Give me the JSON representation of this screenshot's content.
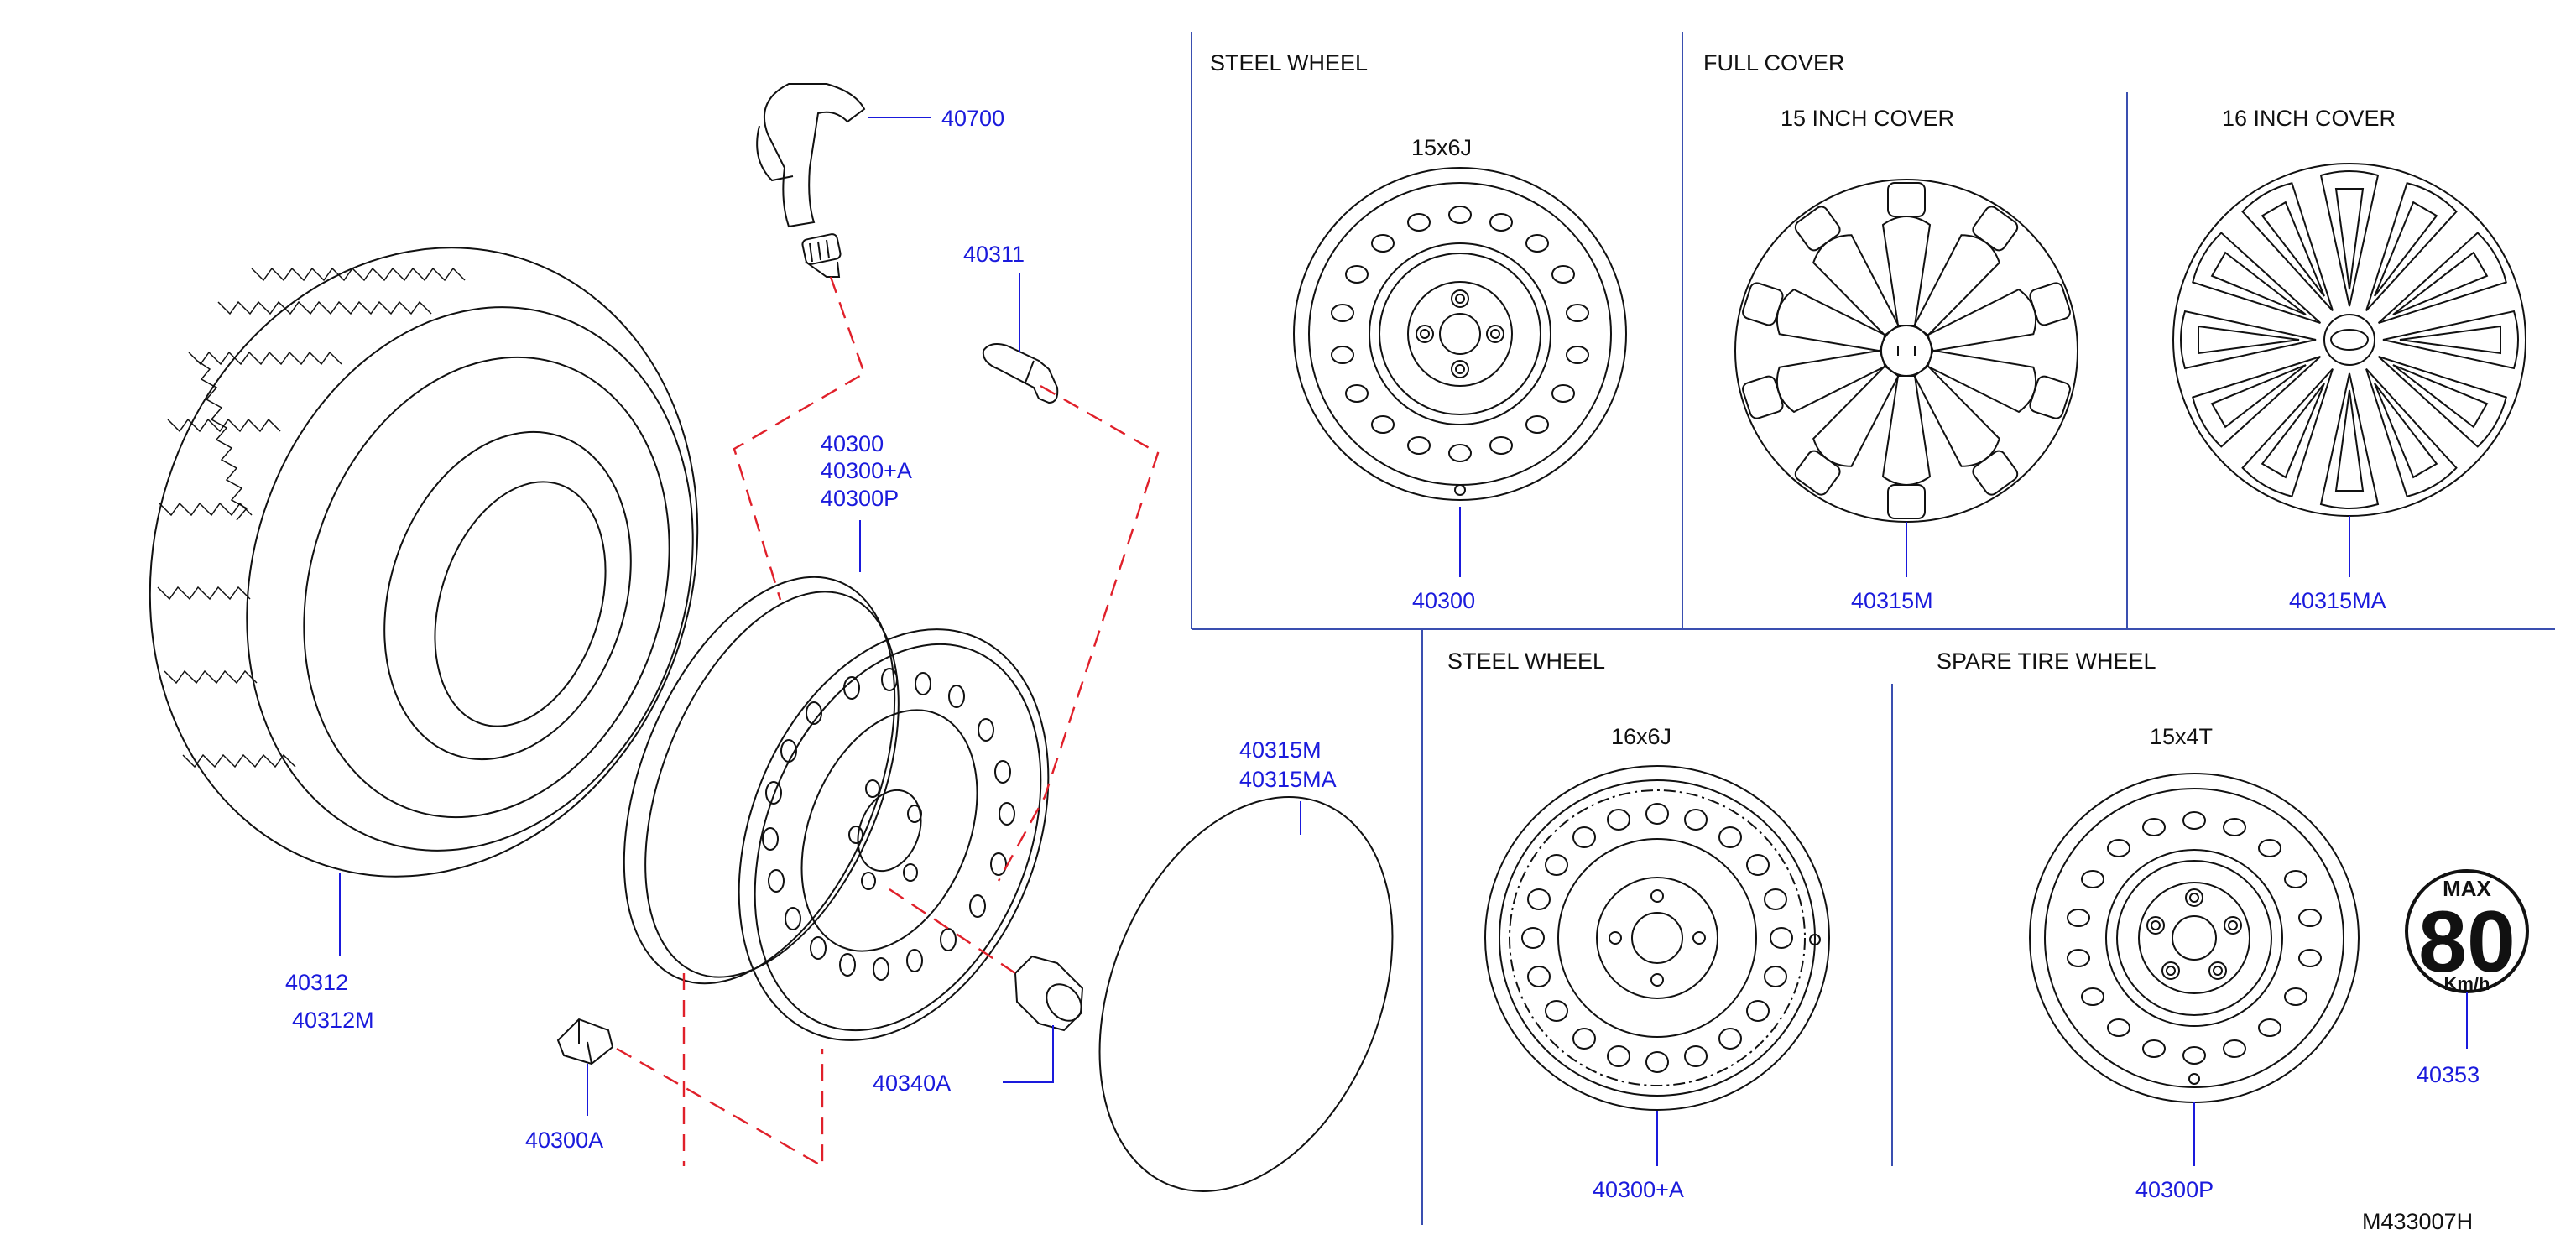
{
  "diagram_code": "M433007H",
  "sections": {
    "steel_wheel_top": {
      "title": "STEEL   WHEEL",
      "size": "15x6J",
      "part": "40300"
    },
    "full_cover": {
      "title": "FULL   COVER"
    },
    "cover_15": {
      "title": "15   INCH   COVER",
      "part": "40315M"
    },
    "cover_16": {
      "title": "16   INCH   COVER",
      "part": "40315MA"
    },
    "steel_wheel_bottom": {
      "title": "STEEL   WHEEL",
      "size": "16x6J",
      "part": "40300+A"
    },
    "spare_tire_wheel": {
      "title": "SPARE   TIRE   WHEEL",
      "size": "15x4T",
      "part": "40300P"
    }
  },
  "callouts": {
    "tpms_sensor": "40700",
    "valve": "40311",
    "wheel_line1": "40300",
    "wheel_line2": "40300+A",
    "wheel_line3": "40300P",
    "tire_line1": "40312",
    "tire_line2": "40312M",
    "cover_line1": "40315M",
    "cover_line2": "40315MA",
    "nut": "40340A",
    "balance_weight": "40300A",
    "speed_label": "40353"
  },
  "speed_label": {
    "top": "MAX",
    "value": "80",
    "unit": "Km/h"
  }
}
